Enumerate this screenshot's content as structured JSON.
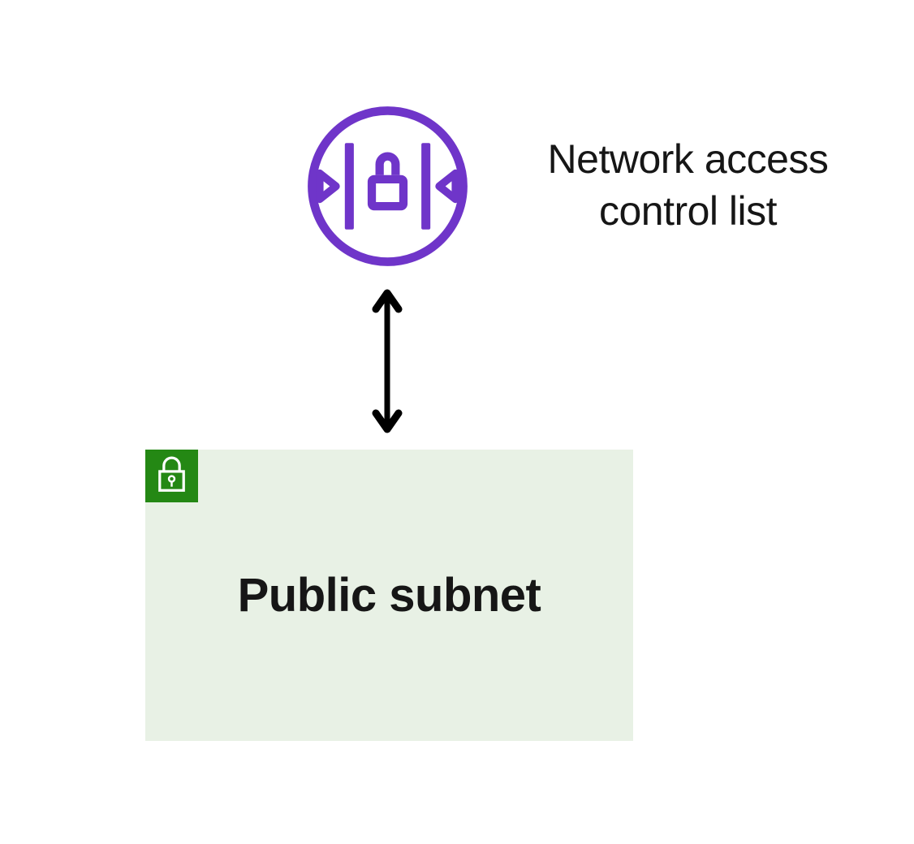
{
  "colors": {
    "background": "#ffffff",
    "purple": "#6F35C9",
    "green": "#248814",
    "subnet-fill": "#E8F1E5",
    "arrow": "#000000",
    "text": "#161616"
  },
  "nacl": {
    "label": "Network access control list",
    "icon": "network-acl-icon"
  },
  "connector": {
    "type": "double-headed-arrow"
  },
  "subnet": {
    "label": "Public subnet",
    "badge_icon": "lock-icon"
  }
}
